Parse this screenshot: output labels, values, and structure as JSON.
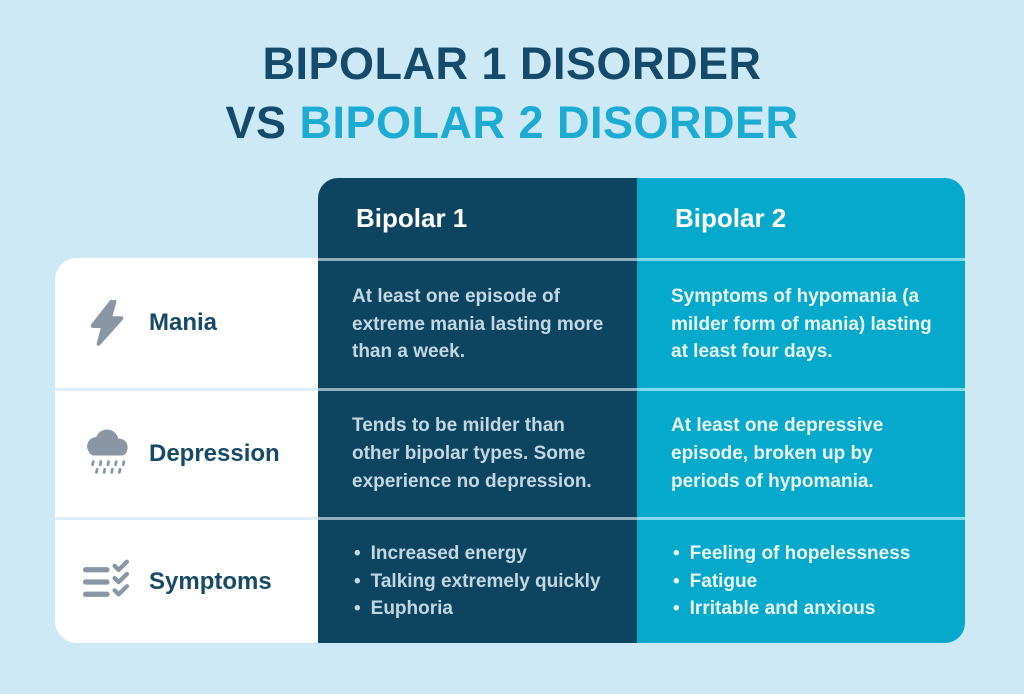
{
  "title": {
    "line1": "BIPOLAR 1 DISORDER",
    "line2_prefix": "VS ",
    "line2_highlight": "BIPOLAR 2 DISORDER"
  },
  "table": {
    "columns": [
      {
        "label": "Bipolar 1"
      },
      {
        "label": "Bipolar 2"
      }
    ],
    "rows": [
      {
        "label": "Mania",
        "icon": "lightning-bolt-icon",
        "bipolar1": "At least one episode of extreme mania lasting more than a week.",
        "bipolar2": "Symptoms of hypomania (a milder form of mania) lasting at least four days."
      },
      {
        "label": "Depression",
        "icon": "rain-cloud-icon",
        "bipolar1": "Tends to be milder than other bipolar types. Some experience no depression.",
        "bipolar2": "At least one depressive episode, broken up by periods of hypomania."
      },
      {
        "label": "Symptoms",
        "icon": "checklist-icon",
        "bipolar1_bullets": [
          "Increased energy",
          "Talking extremely quickly",
          "Euphoria"
        ],
        "bipolar2_bullets": [
          "Feeling of hopelessness",
          "Fatigue",
          "Irritable and anxious"
        ]
      }
    ]
  },
  "colors": {
    "background": "#cee9f6",
    "navy": "#0d4460",
    "cyan": "#05a9cb",
    "title_navy": "#164a6b",
    "title_cyan": "#1babd3",
    "label_text": "#174a66",
    "navy_cell_text": "#c3d7e3",
    "cyan_cell_text": "#eaf7fb",
    "icon_gray": "#8b96a5"
  }
}
